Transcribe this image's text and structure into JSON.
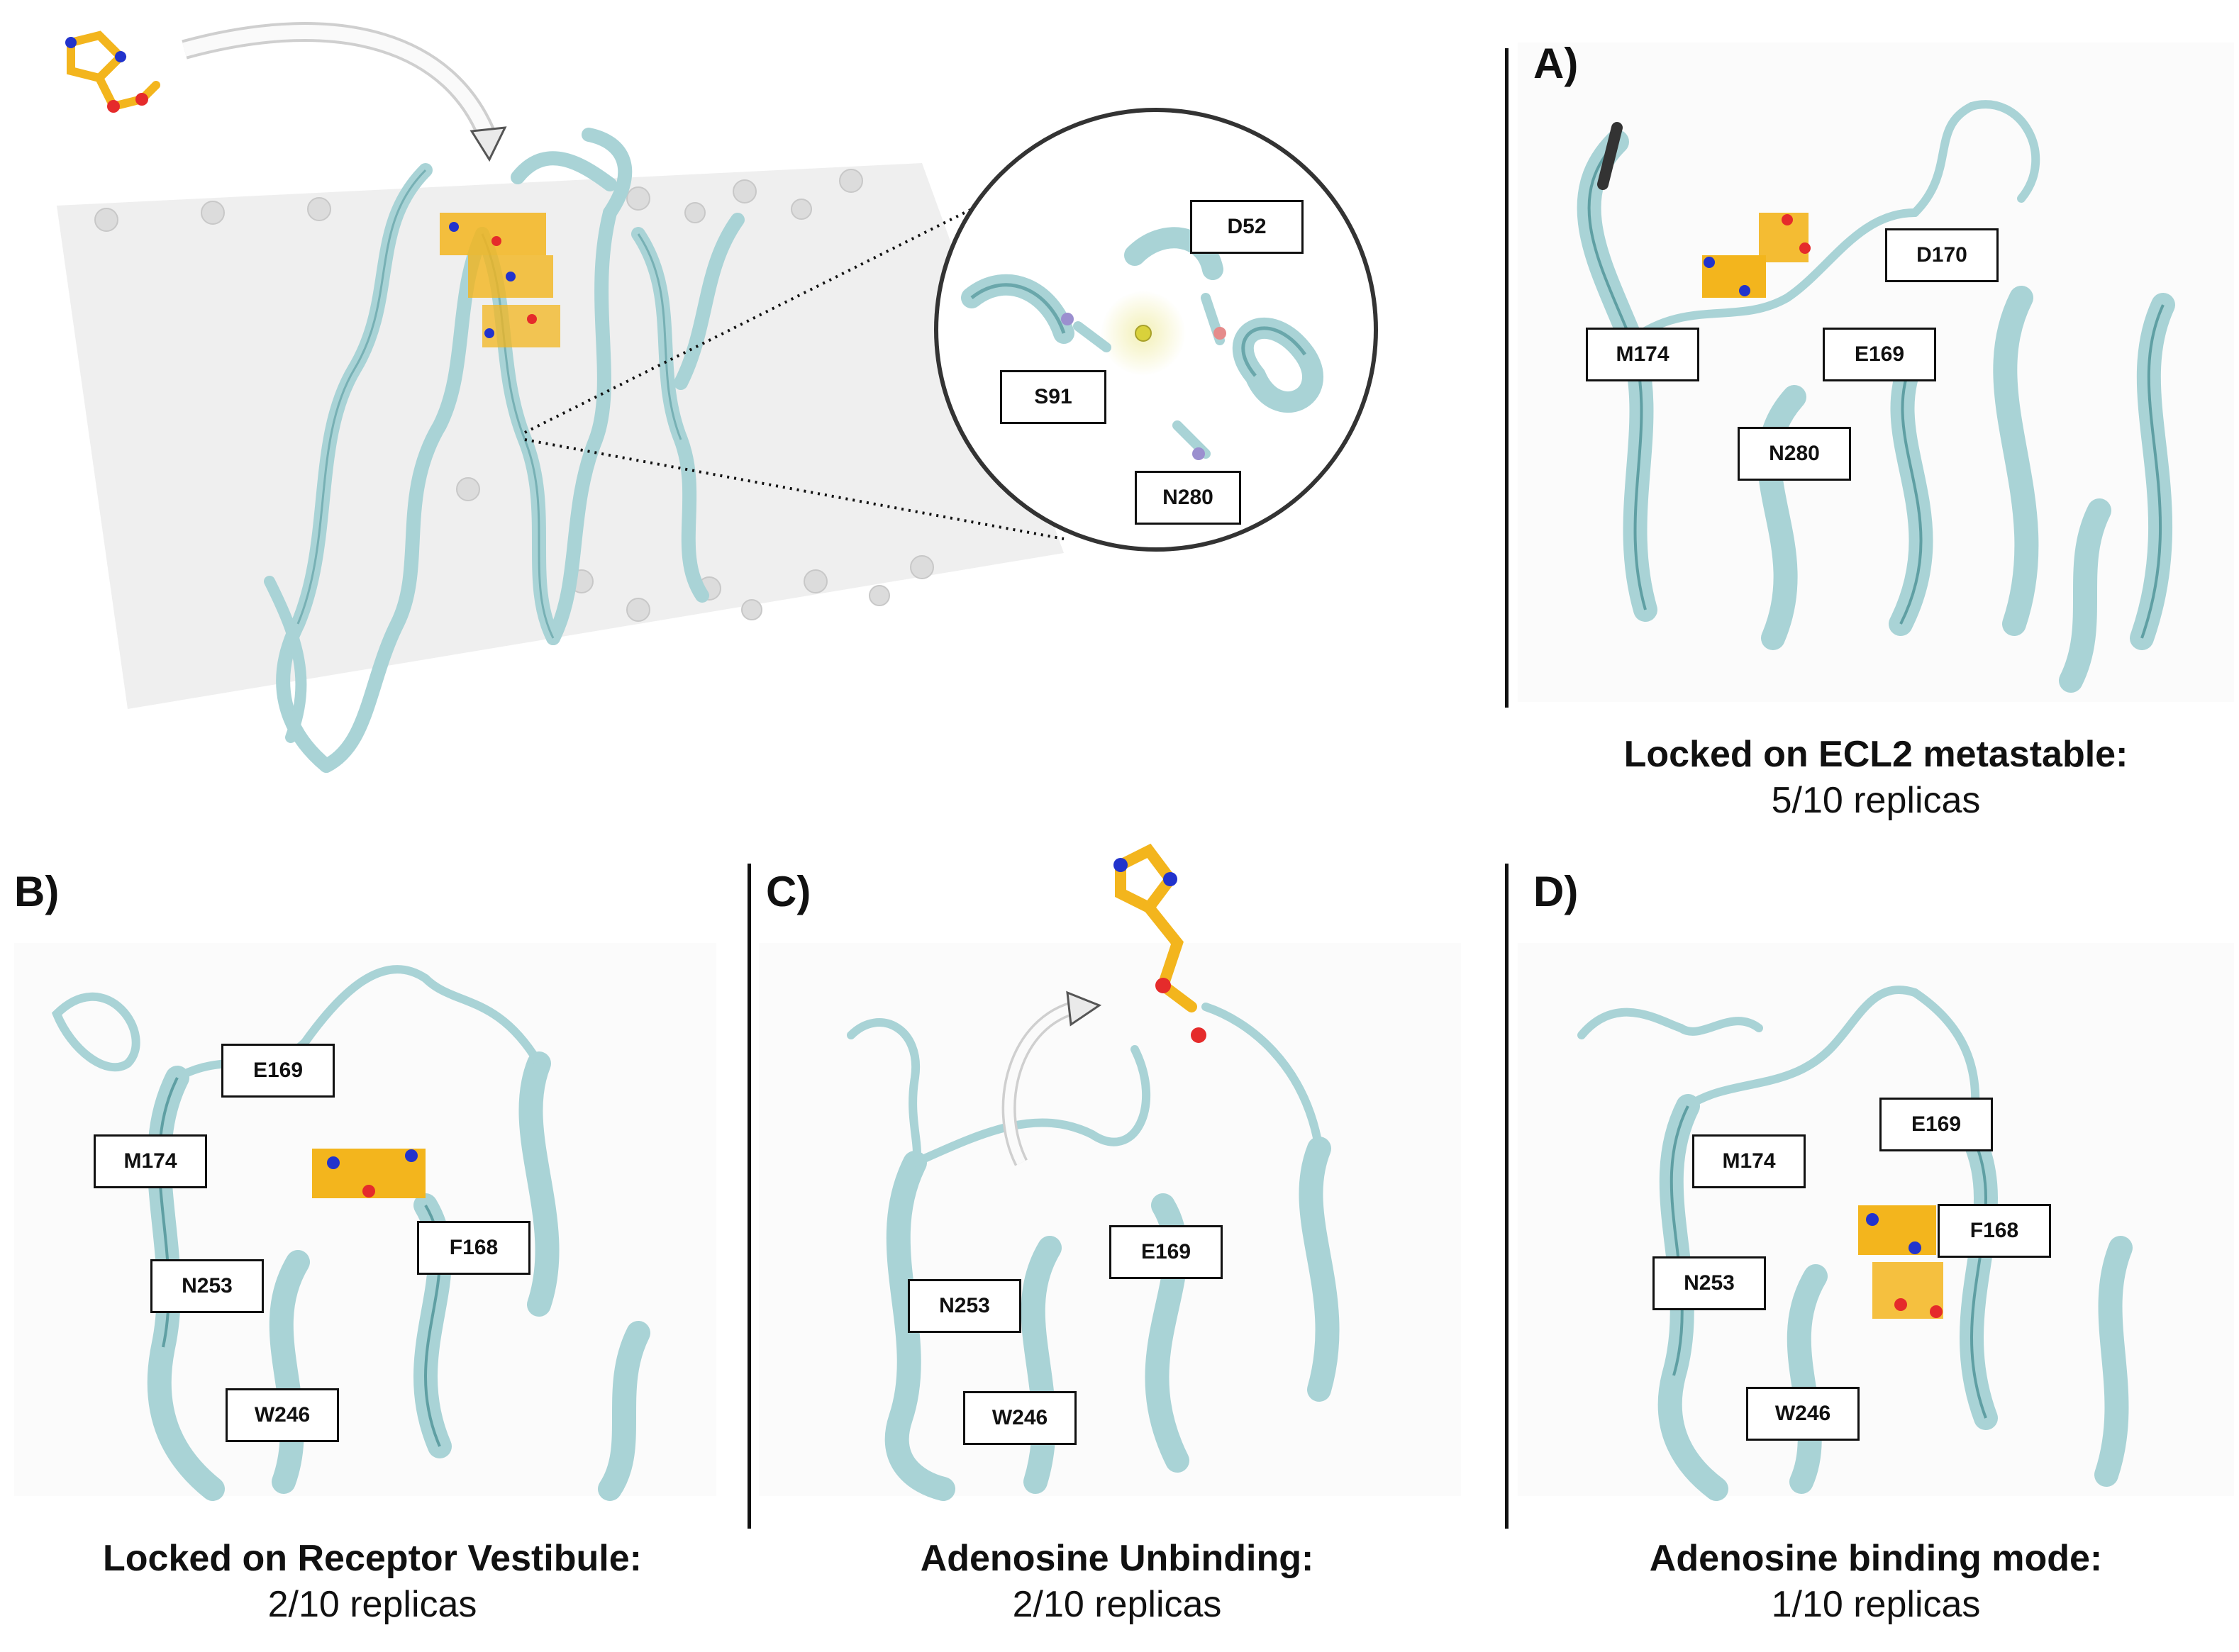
{
  "panels": {
    "A": {
      "letter": "A)",
      "title": "Locked on ECL2 metastable:",
      "subtitle": "5/10 replicas",
      "labels": {
        "d170": "D170",
        "m174": "M174",
        "e169": "E169",
        "n280": "N280"
      }
    },
    "B": {
      "letter": "B)",
      "title": "Locked on Receptor Vestibule:",
      "subtitle": "2/10 replicas",
      "labels": {
        "e169": "E169",
        "m174": "M174",
        "f168": "F168",
        "n253": "N253",
        "w246": "W246"
      }
    },
    "C": {
      "letter": "C)",
      "title": "Adenosine Unbinding:",
      "subtitle": "2/10 replicas",
      "labels": {
        "e169": "E169",
        "n253": "N253",
        "w246": "W246"
      }
    },
    "D": {
      "letter": "D)",
      "title": "Adenosine binding mode:",
      "subtitle": "1/10 replicas",
      "labels": {
        "e169": "E169",
        "m174": "M174",
        "f168": "F168",
        "n253": "N253",
        "w246": "W246"
      }
    }
  },
  "overview": {
    "zoom_labels": {
      "d52": "D52",
      "s91": "S91",
      "n280": "N280"
    }
  },
  "colors": {
    "protein": "#a9d3d6",
    "protein_dark": "#5f9fa3",
    "ligand_carbon": "#f3b51d",
    "ligand_oxygen": "#e52b2b",
    "ligand_nitrogen": "#2233cc",
    "membrane": "#e6e6e6",
    "sodium": "#d9d13b"
  }
}
